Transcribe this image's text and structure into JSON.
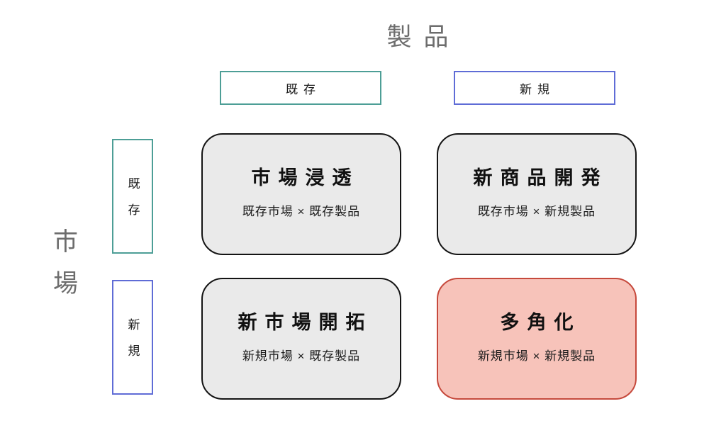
{
  "diagram": {
    "name": "ansoff-growth-matrix",
    "top_axis_label": "製品",
    "left_axis_label": "市場",
    "colors": {
      "existing_accent": "#4d9e96",
      "new_accent": "#5f6cd6",
      "quadrant_fill": "#eaeaea",
      "quadrant_border": "#141414",
      "highlight_fill": "#f7c3ba",
      "highlight_border": "#c6493c",
      "axis_text": "#6d6d6d",
      "text": "#1c1c1c"
    },
    "column_headers": [
      {
        "label": "既存"
      },
      {
        "label": "新規"
      }
    ],
    "row_headers": [
      {
        "label": "既存"
      },
      {
        "label": "新規"
      }
    ],
    "quadrants": [
      {
        "title": "市場浸透",
        "subtitle": "既存市場 × 既存製品"
      },
      {
        "title": "新商品開発",
        "subtitle": "既存市場 × 新規製品"
      },
      {
        "title": "新市場開拓",
        "subtitle": "新規市場 × 既存製品"
      },
      {
        "title": "多角化",
        "subtitle": "新規市場 × 新規製品"
      }
    ]
  }
}
